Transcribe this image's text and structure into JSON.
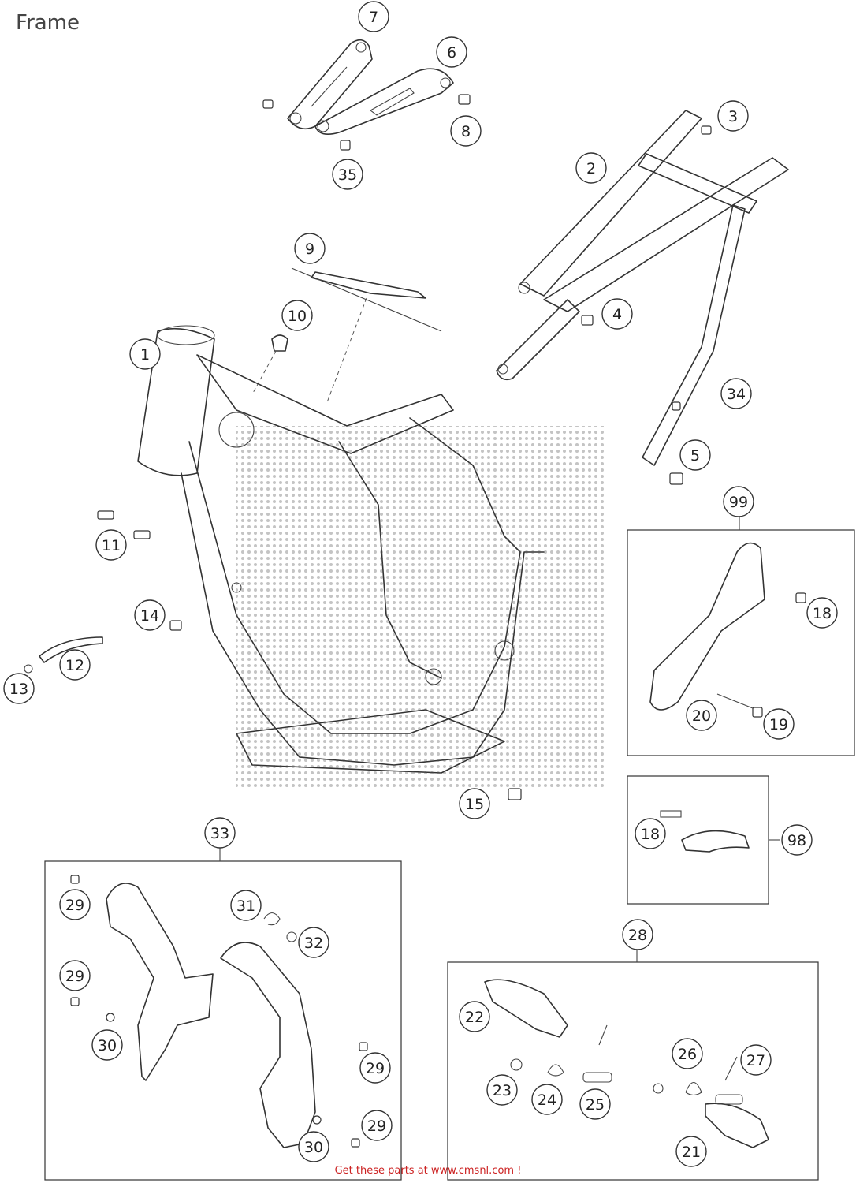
{
  "title": "Frame",
  "footer": "Get these parts at www.cmsnl.com  !",
  "callouts": [
    {
      "id": "7",
      "label": "7"
    },
    {
      "id": "6",
      "label": "6"
    },
    {
      "id": "8",
      "label": "8"
    },
    {
      "id": "35",
      "label": "35"
    },
    {
      "id": "3",
      "label": "3"
    },
    {
      "id": "2",
      "label": "2"
    },
    {
      "id": "9",
      "label": "9"
    },
    {
      "id": "10",
      "label": "10"
    },
    {
      "id": "4",
      "label": "4"
    },
    {
      "id": "1",
      "label": "1"
    },
    {
      "id": "34",
      "label": "34"
    },
    {
      "id": "5",
      "label": "5"
    },
    {
      "id": "99",
      "label": "99"
    },
    {
      "id": "11",
      "label": "11"
    },
    {
      "id": "18a",
      "label": "18"
    },
    {
      "id": "14",
      "label": "14"
    },
    {
      "id": "12",
      "label": "12"
    },
    {
      "id": "13",
      "label": "13"
    },
    {
      "id": "20",
      "label": "20"
    },
    {
      "id": "19",
      "label": "19"
    },
    {
      "id": "15",
      "label": "15"
    },
    {
      "id": "33",
      "label": "33"
    },
    {
      "id": "18b",
      "label": "18"
    },
    {
      "id": "98",
      "label": "98"
    },
    {
      "id": "29a",
      "label": "29"
    },
    {
      "id": "31",
      "label": "31"
    },
    {
      "id": "32",
      "label": "32"
    },
    {
      "id": "28",
      "label": "28"
    },
    {
      "id": "29b",
      "label": "29"
    },
    {
      "id": "22",
      "label": "22"
    },
    {
      "id": "30a",
      "label": "30"
    },
    {
      "id": "26",
      "label": "26"
    },
    {
      "id": "27",
      "label": "27"
    },
    {
      "id": "29c",
      "label": "29"
    },
    {
      "id": "23",
      "label": "23"
    },
    {
      "id": "24",
      "label": "24"
    },
    {
      "id": "25",
      "label": "25"
    },
    {
      "id": "29d",
      "label": "29"
    },
    {
      "id": "30b",
      "label": "30"
    },
    {
      "id": "21",
      "label": "21"
    }
  ]
}
